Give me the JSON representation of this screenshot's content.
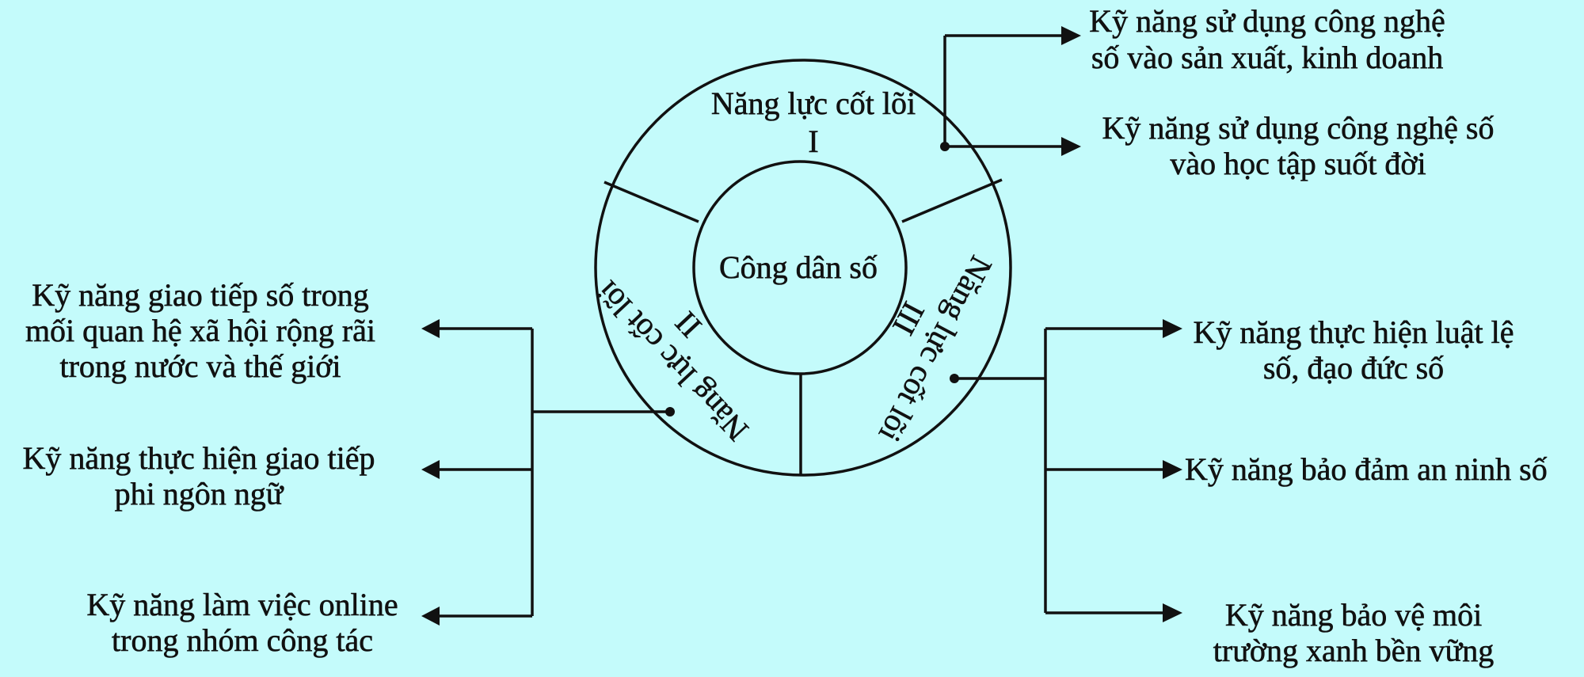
{
  "center": {
    "label": "Công dân số"
  },
  "competencies": [
    {
      "label": "Năng lực cốt lõi",
      "numeral": "I",
      "skills": [
        {
          "lines": [
            "Kỹ năng sử dụng công nghệ",
            "số vào sản xuất, kinh doanh"
          ]
        },
        {
          "lines": [
            "Kỹ năng sử dụng công nghệ số",
            "vào học tập suốt đời"
          ]
        }
      ]
    },
    {
      "label": "Năng lực cốt lõi",
      "numeral": "II",
      "skills": [
        {
          "lines": [
            "Kỹ năng giao tiếp số trong",
            "mối quan hệ xã hội rộng rãi",
            "trong nước và thế giới"
          ]
        },
        {
          "lines": [
            "Kỹ năng thực hiện giao tiếp",
            "phi ngôn ngữ"
          ]
        },
        {
          "lines": [
            "Kỹ năng làm việc online",
            "trong nhóm công tác"
          ]
        }
      ]
    },
    {
      "label": "Năng lực cốt lõi",
      "numeral": "III",
      "skills": [
        {
          "lines": [
            "Kỹ năng thực hiện luật lệ",
            "số, đạo đức số"
          ]
        },
        {
          "lines": [
            "Kỹ năng bảo đảm an ninh số"
          ]
        },
        {
          "lines": [
            "Kỹ năng bảo vệ môi",
            "trường xanh bền vững"
          ]
        }
      ]
    }
  ],
  "colors": {
    "background": "#c4fbfb",
    "ink": "#111111"
  }
}
